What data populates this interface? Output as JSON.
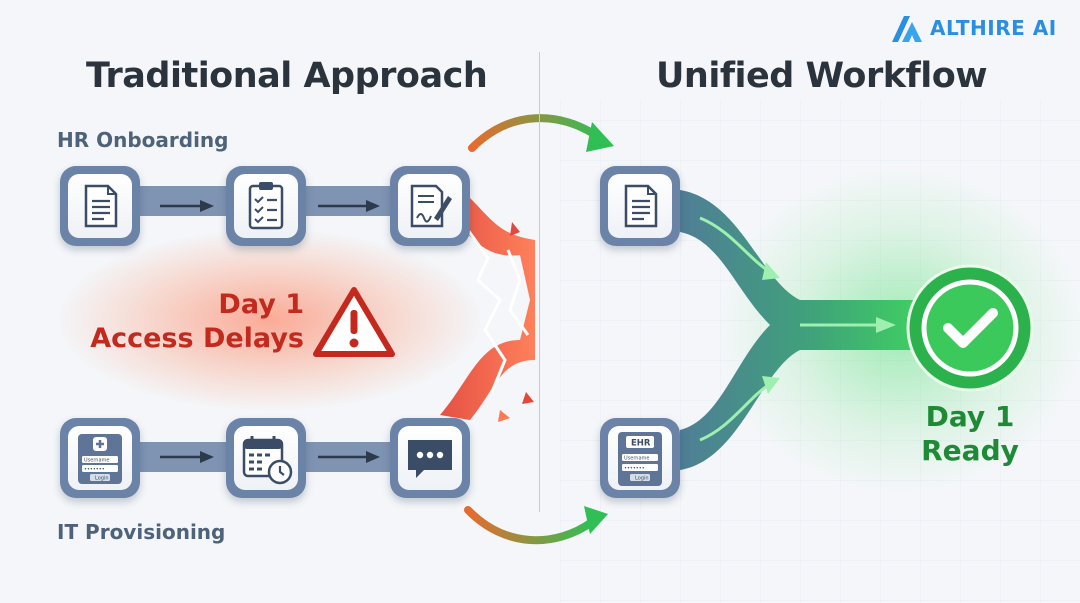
{
  "brand": {
    "name": "ALTHIRE AI"
  },
  "titles": {
    "left": "Traditional Approach",
    "right": "Unified Workflow"
  },
  "lanes": {
    "hr": "HR Onboarding",
    "it": "IT Provisioning"
  },
  "delay": {
    "line1": "Day 1",
    "line2": "Access Delays"
  },
  "ready": {
    "line1": "Day 1",
    "line2": "Ready"
  },
  "login_card": {
    "username": "Username",
    "password": "•••••••",
    "button": "Login",
    "ehr": "EHR"
  },
  "icons": {
    "hr_steps": [
      "document-icon",
      "checklist-icon",
      "signature-icon"
    ],
    "it_steps": [
      "login-form-icon",
      "calendar-clock-icon",
      "chat-icon"
    ],
    "unified_inputs": [
      "document-icon",
      "ehr-login-icon"
    ],
    "result": "checkmark-icon"
  },
  "colors": {
    "tile": "#6b83a6",
    "connector": "#7f93b2",
    "alert": "#c4291e",
    "success": "#1f8a35",
    "flow_green": "#3fcf62",
    "brand": "#2a8fe0"
  }
}
